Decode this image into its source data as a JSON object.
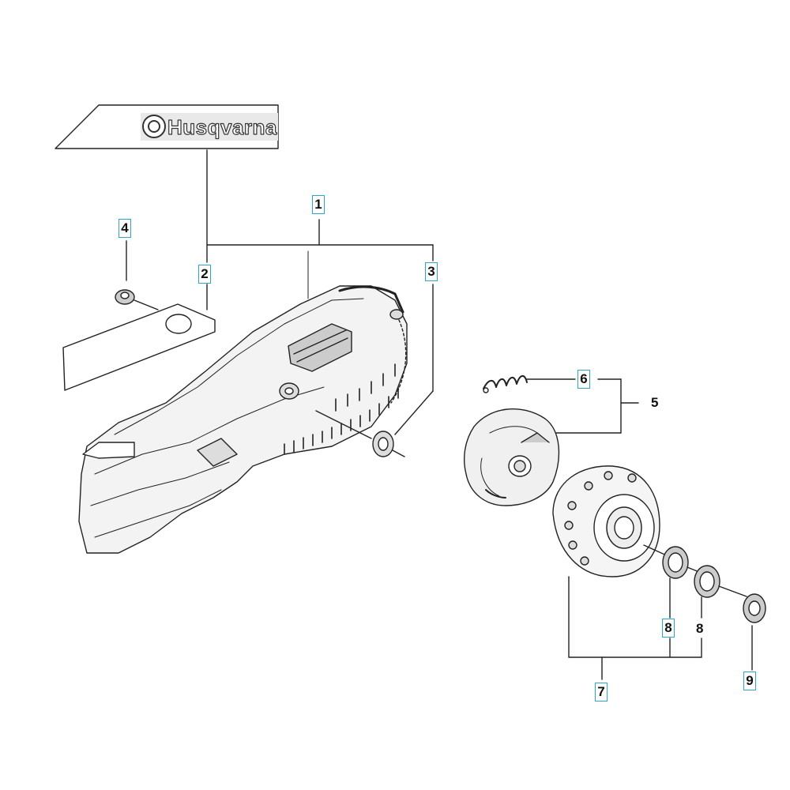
{
  "decal": {
    "logo_text": "Husqvarna"
  },
  "callouts": [
    {
      "id": "c1",
      "label": "1",
      "boxed": true
    },
    {
      "id": "c2",
      "label": "2",
      "boxed": true
    },
    {
      "id": "c3",
      "label": "3",
      "boxed": true
    },
    {
      "id": "c4",
      "label": "4",
      "boxed": true
    },
    {
      "id": "c5",
      "label": "5",
      "boxed": false
    },
    {
      "id": "c6",
      "label": "6",
      "boxed": true
    },
    {
      "id": "c7",
      "label": "7",
      "boxed": true
    },
    {
      "id": "c8a",
      "label": "8",
      "boxed": true
    },
    {
      "id": "c8b",
      "label": "8",
      "boxed": false
    },
    {
      "id": "c9",
      "label": "9",
      "boxed": true
    }
  ],
  "colors": {
    "callout_box": "#2aa7c9",
    "line": "#222222"
  }
}
